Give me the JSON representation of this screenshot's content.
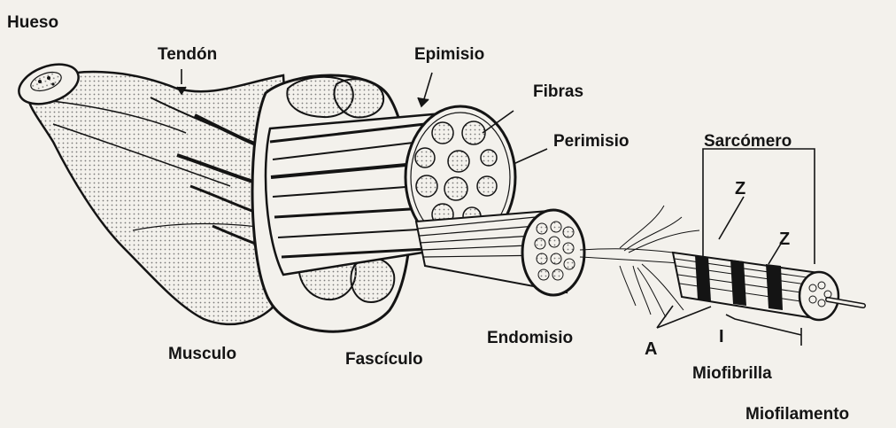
{
  "labels": {
    "hueso": "Hueso",
    "tendon": "Tendón",
    "epimisio": "Epimisio",
    "fibras": "Fibras",
    "perimisio": "Perimisio",
    "sarcomero": "Sarcómero",
    "z_upper": "Z",
    "z_lower": "Z",
    "musculo": "Musculo",
    "fasciculo": "Fascículo",
    "endomisio": "Endomisio",
    "a_band": "A",
    "i_band": "I",
    "miofibrilla": "Miofibrilla",
    "miofilamento": "Miofilamento"
  },
  "colors": {
    "ink": "#141414",
    "paper": "#f3f1ec",
    "stipple": "#8a8a8a"
  }
}
